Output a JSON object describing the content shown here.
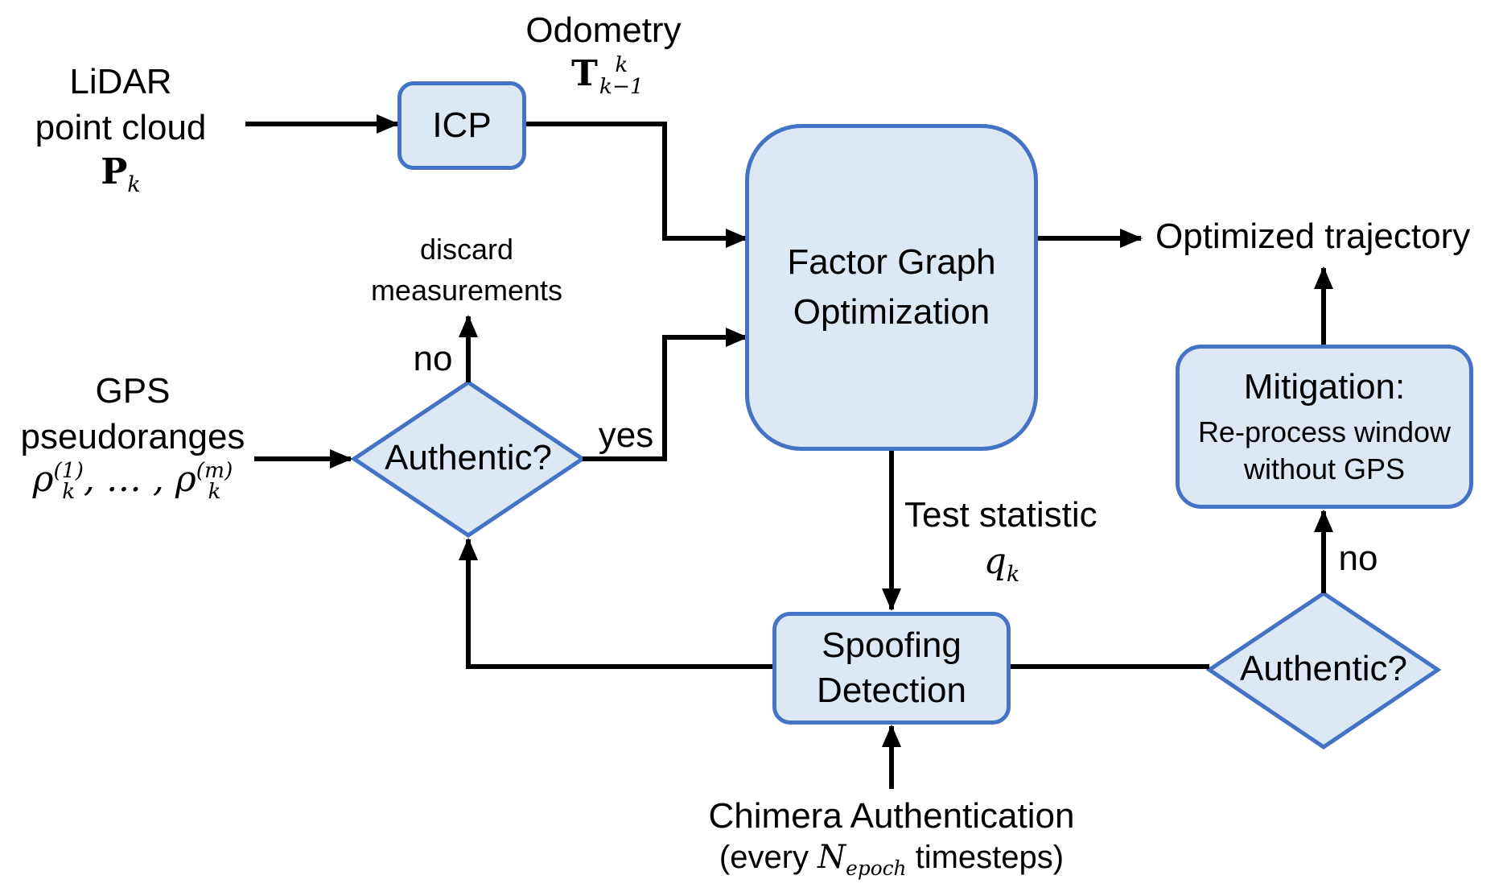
{
  "inputs": {
    "lidar": {
      "line1": "LiDAR",
      "line2": "point cloud",
      "symbol": "P",
      "symbol_sub": "k"
    },
    "gps": {
      "line1": "GPS",
      "line2": "pseudoranges",
      "rho": "ρ",
      "sup1": "(1)",
      "sub": "k",
      "sep": ", … , ",
      "supm": "(m)"
    },
    "chimera": {
      "line1": "Chimera Authentication",
      "line2_pre": "(every ",
      "n_symbol": "N",
      "n_sub": "epoch",
      "line2_post": " timesteps)"
    }
  },
  "labels": {
    "odometry": "Odometry",
    "odometry_symbol": "T",
    "odometry_sup": "k",
    "odometry_sub": "k−1",
    "optimized": "Optimized trajectory",
    "discard_line1": "discard",
    "discard_line2": "measurements",
    "no_left": "no",
    "yes": "yes",
    "test_statistic": "Test statistic",
    "q_symbol": "q",
    "q_sub": "k",
    "no_right": "no"
  },
  "nodes": {
    "icp": "ICP",
    "fgo_line1": "Factor Graph",
    "fgo_line2": "Optimization",
    "authentic_left": "Authentic?",
    "spoofing_line1": "Spoofing",
    "spoofing_line2": "Detection",
    "authentic_right": "Authentic?",
    "mitigation_line1": "Mitigation:",
    "mitigation_line2": "Re-process window",
    "mitigation_line3": "without GPS"
  },
  "colors": {
    "node_fill": "#dde8f5",
    "node_border": "#4472c4",
    "arrow": "#000000"
  }
}
